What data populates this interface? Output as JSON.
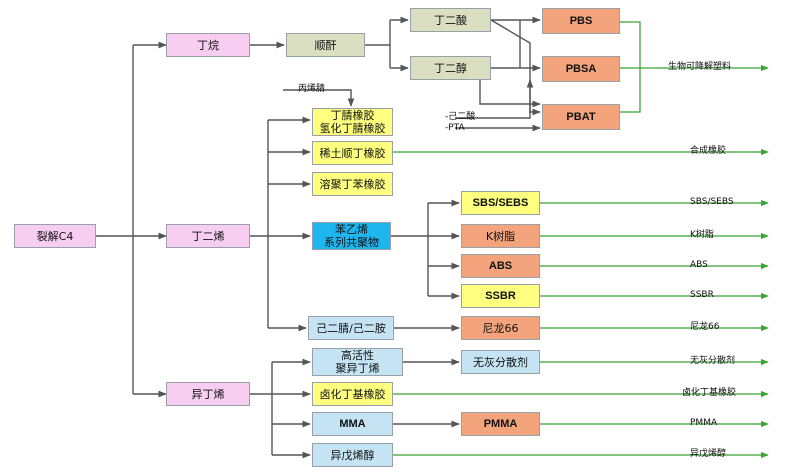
{
  "nodes": {
    "lysis_c4": "裂解C4",
    "butane": "丁烷",
    "butadiene": "丁二烯",
    "isobutylene": "异丁烯",
    "maleic_anhydride": "顺酐",
    "succinic_acid": "丁二酸",
    "butanediol": "丁二醇",
    "pbs": "PBS",
    "pbsa": "PBSA",
    "pbat": "PBAT",
    "nbr": "丁腈橡胶\n氢化丁腈橡胶",
    "rare_earth_br": "稀土顺丁橡胶",
    "ssbr_rubber": "溶聚丁苯橡胶",
    "styrene_copolymers": "苯乙烯\n系列共聚物",
    "sbs_sebs": "SBS/SEBS",
    "k_resin": "K树脂",
    "abs": "ABS",
    "ssbr": "SSBR",
    "adiponitrile": "己二腈/己二胺",
    "nylon66": "尼龙66",
    "hr_pib": "高活性\n聚异丁烯",
    "ashless_dispersant": "无灰分散剂",
    "halobutyl": "卤化丁基橡胶",
    "mma": "MMA",
    "pmma": "PMMA",
    "isoprenol": "异戊烯醇"
  },
  "inputs": {
    "acrylonitrile": "丙烯腈",
    "adipic_acid": "-己二酸",
    "pta": "-PTA"
  },
  "outputs": {
    "biodegradable": "生物可降解塑料",
    "synthetic_rubber": "合成橡胶",
    "sbs_sebs": "SBS/SEBS",
    "k_resin": "K树脂",
    "abs": "ABS",
    "ssbr": "SSBR",
    "nylon66": "尼龙66",
    "ashless_dispersant": "无灰分散剂",
    "halobutyl": "卤化丁基橡胶",
    "pmma": "PMMA",
    "isoprenol": "异戊烯醇"
  },
  "colors": {
    "pink": "#f7cdf2",
    "olive": "#d9dfc0",
    "yellow": "#ffff80",
    "blue": "#1fb5ef",
    "light_blue": "#c5e4f3",
    "orange": "#f4a47c",
    "connector_gray": "#555555",
    "output_green": "#3aa535"
  }
}
